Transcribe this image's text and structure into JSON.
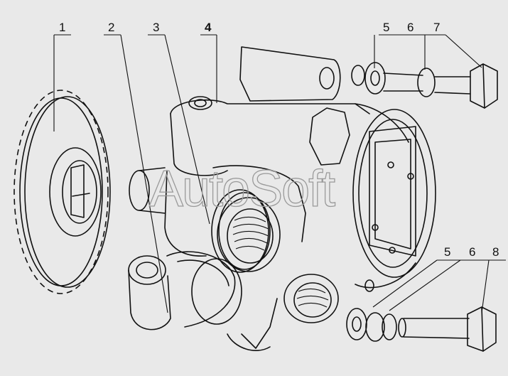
{
  "callouts": {
    "c1": "1",
    "c2": "2",
    "c3": "3",
    "c4": "4",
    "c5a": "5",
    "c6a": "6",
    "c7": "7",
    "c5b": "5",
    "c6b": "6",
    "c8": "8"
  },
  "watermark": "AutoSoft",
  "colors": {
    "background": "#e9e9e9",
    "ink": "#111111",
    "watermark": "#9a9a9a"
  }
}
